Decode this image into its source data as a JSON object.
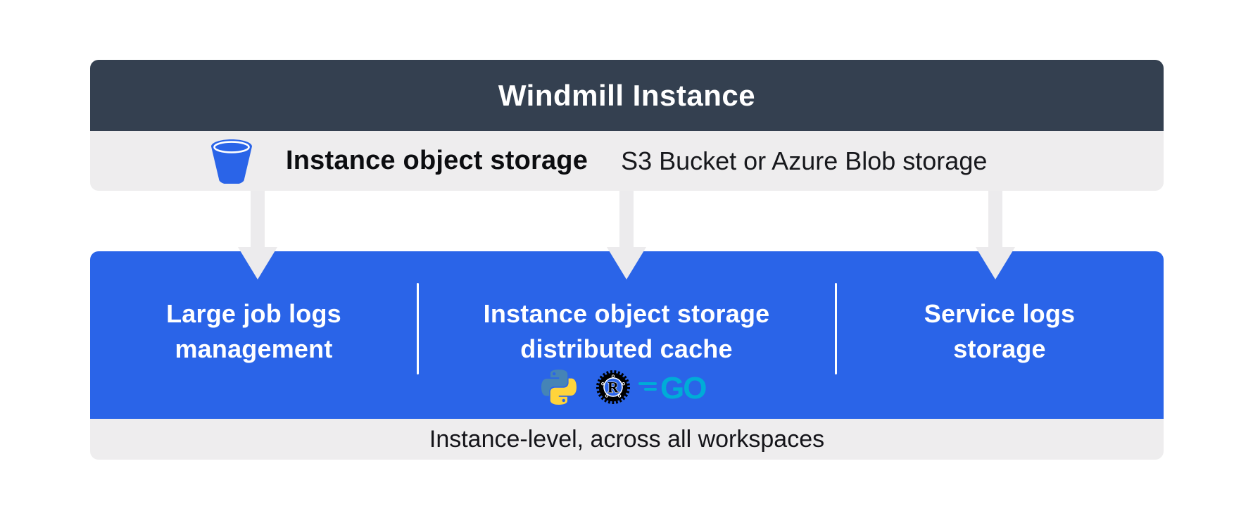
{
  "colors": {
    "header_bg": "#344050",
    "panel_gray": "#EEEDEE",
    "primary_blue": "#2A64E8",
    "arrow_gray": "#ECEBED",
    "python_blue": "#4584B6",
    "python_yellow": "#FFD43B",
    "rust_black": "#000000",
    "go_cyan": "#00ACD7",
    "text_on_dark": "#FFFFFF",
    "text_dark": "#0C0D10"
  },
  "header": {
    "title": "Windmill Instance"
  },
  "storage_row": {
    "icon": "bucket-icon",
    "title": "Instance object storage",
    "subtitle": "S3 Bucket or Azure Blob storage"
  },
  "features": {
    "sections": [
      {
        "id": "large-job-logs",
        "label": "Large job logs\nmanagement"
      },
      {
        "id": "distributed-cache",
        "label": "Instance object storage\ndistributed cache",
        "icons": [
          "python-icon",
          "rust-icon",
          "go-icon"
        ]
      },
      {
        "id": "service-logs",
        "label": "Service logs\nstorage"
      }
    ],
    "rust_letter": "R",
    "go_text": "GO"
  },
  "footer": {
    "label": "Instance-level, across all workspaces"
  }
}
